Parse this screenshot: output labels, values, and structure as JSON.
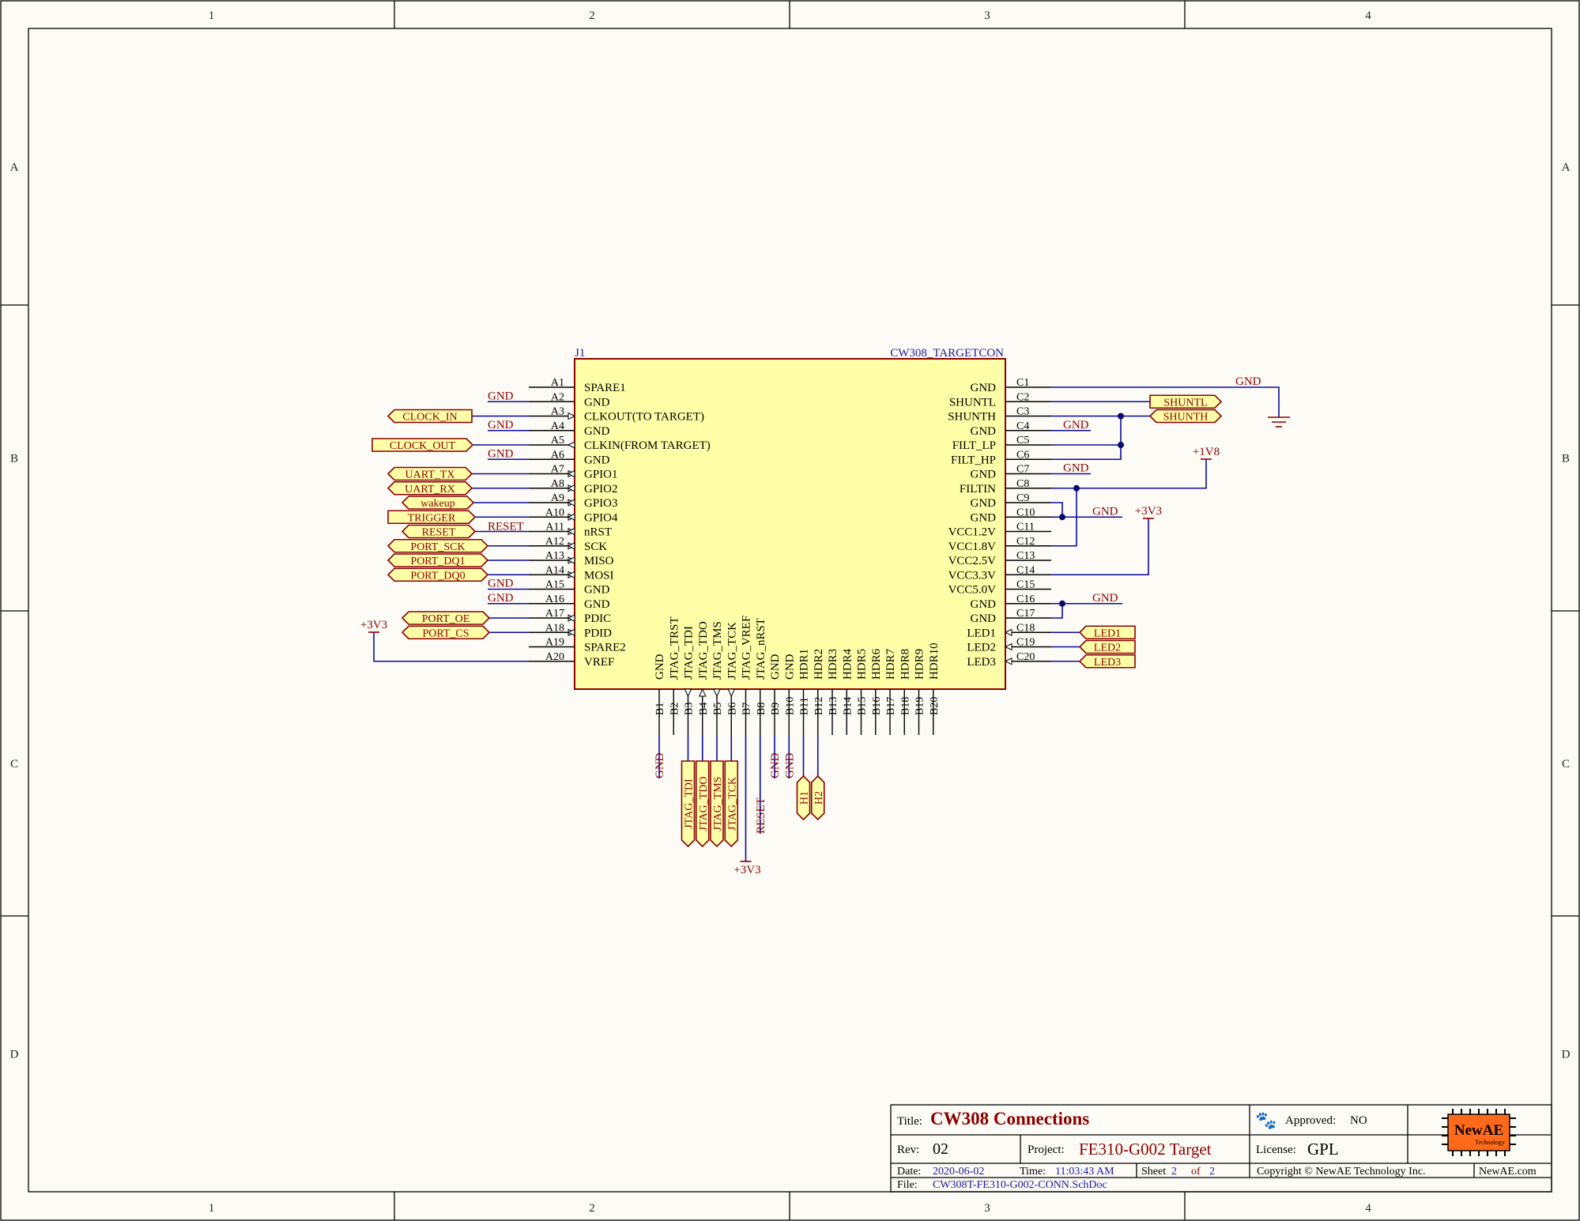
{
  "zones": {
    "columns": [
      "1",
      "2",
      "3",
      "4"
    ],
    "rows": [
      "A",
      "B",
      "C",
      "D"
    ]
  },
  "component": {
    "designator": "J1",
    "part": "CW308_TARGETCON",
    "fill": "#ffffa8",
    "border": "#8b0000"
  },
  "left_pins": [
    {
      "num": "A1",
      "name": "SPARE1",
      "net": "",
      "port": "",
      "arrow": ""
    },
    {
      "num": "A2",
      "name": "GND",
      "net": "GND",
      "port": "",
      "arrow": ""
    },
    {
      "num": "A3",
      "name": "CLKOUT(TO TARGET)",
      "net": "",
      "port": "CLOCK_IN",
      "arrow": "in"
    },
    {
      "num": "A4",
      "name": "GND",
      "net": "GND",
      "port": "",
      "arrow": ""
    },
    {
      "num": "A5",
      "name": "CLKIN(FROM TARGET)",
      "net": "",
      "port": "CLOCK_OUT",
      "arrow": "out"
    },
    {
      "num": "A6",
      "name": "GND",
      "net": "GND",
      "port": "",
      "arrow": ""
    },
    {
      "num": "A7",
      "name": "GPIO1",
      "net": "",
      "port": "UART_TX",
      "arrow": "bi"
    },
    {
      "num": "A8",
      "name": "GPIO2",
      "net": "",
      "port": "UART_RX",
      "arrow": "bi"
    },
    {
      "num": "A9",
      "name": "GPIO3",
      "net": "",
      "port": "wakeup",
      "arrow": "bi"
    },
    {
      "num": "A10",
      "name": "GPIO4",
      "net": "",
      "port": "TRIGGER",
      "arrow": "bi"
    },
    {
      "num": "A11",
      "name": "nRST",
      "net": "RESET",
      "port": "RESET",
      "arrow": "bi"
    },
    {
      "num": "A12",
      "name": "SCK",
      "net": "",
      "port": "PORT_SCK",
      "arrow": "bi"
    },
    {
      "num": "A13",
      "name": "MISO",
      "net": "",
      "port": "PORT_DQ1",
      "arrow": "bi"
    },
    {
      "num": "A14",
      "name": "MOSI",
      "net": "",
      "port": "PORT_DQ0",
      "arrow": "bi"
    },
    {
      "num": "A15",
      "name": "GND",
      "net": "GND",
      "port": "",
      "arrow": ""
    },
    {
      "num": "A16",
      "name": "GND",
      "net": "GND",
      "port": "",
      "arrow": ""
    },
    {
      "num": "A17",
      "name": "PDIC",
      "net": "",
      "port": "PORT_OE",
      "arrow": "bi"
    },
    {
      "num": "A18",
      "name": "PDID",
      "net": "",
      "port": "PORT_CS",
      "arrow": "bi"
    },
    {
      "num": "A19",
      "name": "SPARE2",
      "net": "",
      "port": "",
      "arrow": ""
    },
    {
      "num": "A20",
      "name": "VREF",
      "net": "+3V3",
      "port": "",
      "arrow": ""
    }
  ],
  "right_pins": [
    {
      "num": "C1",
      "name": "GND",
      "net": "GND",
      "port": ""
    },
    {
      "num": "C2",
      "name": "SHUNTL",
      "net": "",
      "port": "SHUNTL"
    },
    {
      "num": "C3",
      "name": "SHUNTH",
      "net": "",
      "port": "SHUNTH"
    },
    {
      "num": "C4",
      "name": "GND",
      "net": "GND",
      "port": ""
    },
    {
      "num": "C5",
      "name": "FILT_LP",
      "net": "",
      "port": ""
    },
    {
      "num": "C6",
      "name": "FILT_HP",
      "net": "",
      "port": ""
    },
    {
      "num": "C7",
      "name": "GND",
      "net": "GND",
      "port": ""
    },
    {
      "num": "C8",
      "name": "FILTIN",
      "net": "+1V8",
      "port": ""
    },
    {
      "num": "C9",
      "name": "GND",
      "net": "",
      "port": ""
    },
    {
      "num": "C10",
      "name": "GND",
      "net": "GND",
      "port": ""
    },
    {
      "num": "C11",
      "name": "VCC1.2V",
      "net": "",
      "port": ""
    },
    {
      "num": "C12",
      "name": "VCC1.8V",
      "net": "",
      "port": ""
    },
    {
      "num": "C13",
      "name": "VCC2.5V",
      "net": "",
      "port": ""
    },
    {
      "num": "C14",
      "name": "VCC3.3V",
      "net": "+3V3",
      "port": ""
    },
    {
      "num": "C15",
      "name": "VCC5.0V",
      "net": "",
      "port": ""
    },
    {
      "num": "C16",
      "name": "GND",
      "net": "GND",
      "port": ""
    },
    {
      "num": "C17",
      "name": "GND",
      "net": "",
      "port": ""
    },
    {
      "num": "C18",
      "name": "LED1",
      "net": "",
      "port": "LED1"
    },
    {
      "num": "C19",
      "name": "LED2",
      "net": "",
      "port": "LED2"
    },
    {
      "num": "C20",
      "name": "LED3",
      "net": "",
      "port": "LED3"
    }
  ],
  "bottom_pins": [
    {
      "num": "B1",
      "name": "GND"
    },
    {
      "num": "B2",
      "name": "JTAG_TRST"
    },
    {
      "num": "B3",
      "name": "JTAG_TDI"
    },
    {
      "num": "B4",
      "name": "JTAG_TDO"
    },
    {
      "num": "B5",
      "name": "JTAG_TMS"
    },
    {
      "num": "B6",
      "name": "JTAG_TCK"
    },
    {
      "num": "B7",
      "name": "JTAG_VREF"
    },
    {
      "num": "B8",
      "name": "JTAG_nRST"
    },
    {
      "num": "B9",
      "name": "GND"
    },
    {
      "num": "B10",
      "name": "GND"
    },
    {
      "num": "B11",
      "name": "HDR1"
    },
    {
      "num": "B12",
      "name": "HDR2"
    },
    {
      "num": "B13",
      "name": "HDR3"
    },
    {
      "num": "B14",
      "name": "HDR4"
    },
    {
      "num": "B15",
      "name": "HDR5"
    },
    {
      "num": "B16",
      "name": "HDR6"
    },
    {
      "num": "B17",
      "name": "HDR7"
    },
    {
      "num": "B18",
      "name": "HDR8"
    },
    {
      "num": "B19",
      "name": "HDR9"
    },
    {
      "num": "B20",
      "name": "HDR10"
    }
  ],
  "bottom_nets": {
    "b1_gnd": "GND",
    "jtag_ports": [
      "JTAG_TDI",
      "JTAG_TDO",
      "JTAG_TMS",
      "JTAG_TCK"
    ],
    "reset": "RESET",
    "vref": "+3V3",
    "b9_gnd": "GND",
    "b10_gnd": "GND",
    "hdr_ports": [
      "H1",
      "H2"
    ]
  },
  "nets": {
    "gnd": "GND",
    "v3v3": "+3V3",
    "v1v8": "+1V8"
  },
  "title_block": {
    "title_label": "Title:",
    "title": "CW308 Connections",
    "rev_label": "Rev:",
    "rev": "02",
    "project_label": "Project:",
    "project": "FE310-G002 Target",
    "approved_label": "Approved:",
    "approved": "NO",
    "license_label": "License:",
    "license": "GPL",
    "date_label": "Date:",
    "date": "2020-06-02",
    "time_label": "Time:",
    "time": "11:03:43 AM",
    "sheet_label": "Sheet",
    "sheet": "2",
    "of_label": "of",
    "sheets": "2",
    "file_label": "File:",
    "file": "CW308T-FE310-G002-CONN.SchDoc",
    "copyright": "Copyright © NewAE Technology Inc.",
    "website": "NewAE.com",
    "logo_text": "NewAE",
    "logo_sub": "Technology",
    "logo_color": "#ff6a1a"
  }
}
